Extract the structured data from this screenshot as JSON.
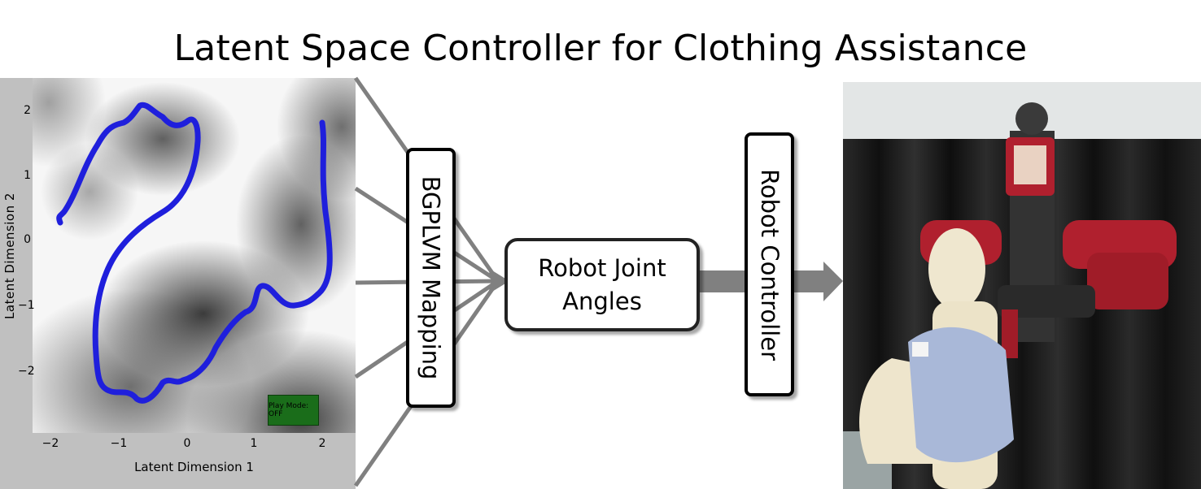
{
  "title": "Latent Space Controller for Clothing Assistance",
  "plot": {
    "xlabel": "Latent Dimension 1",
    "ylabel": "Latent Dimension 2",
    "x_ticks": [
      "−2",
      "−1",
      "0",
      "1",
      "2"
    ],
    "y_ticks": [
      "2",
      "1",
      "0",
      "−1",
      "−2"
    ],
    "play_mode_label": "Play Mode: OFF",
    "trajectory_color": "#1f1fdc"
  },
  "boxes": {
    "bgplvm_mapping": "BGPLVM Mapping",
    "robot_joint_angles_line1": "Robot Joint",
    "robot_joint_angles_line2": "Angles",
    "robot_controller": "Robot Controller"
  },
  "colors": {
    "arrow_gray": "#808080",
    "robot_red": "#b0202e",
    "curtain": "#1c1c1c"
  }
}
